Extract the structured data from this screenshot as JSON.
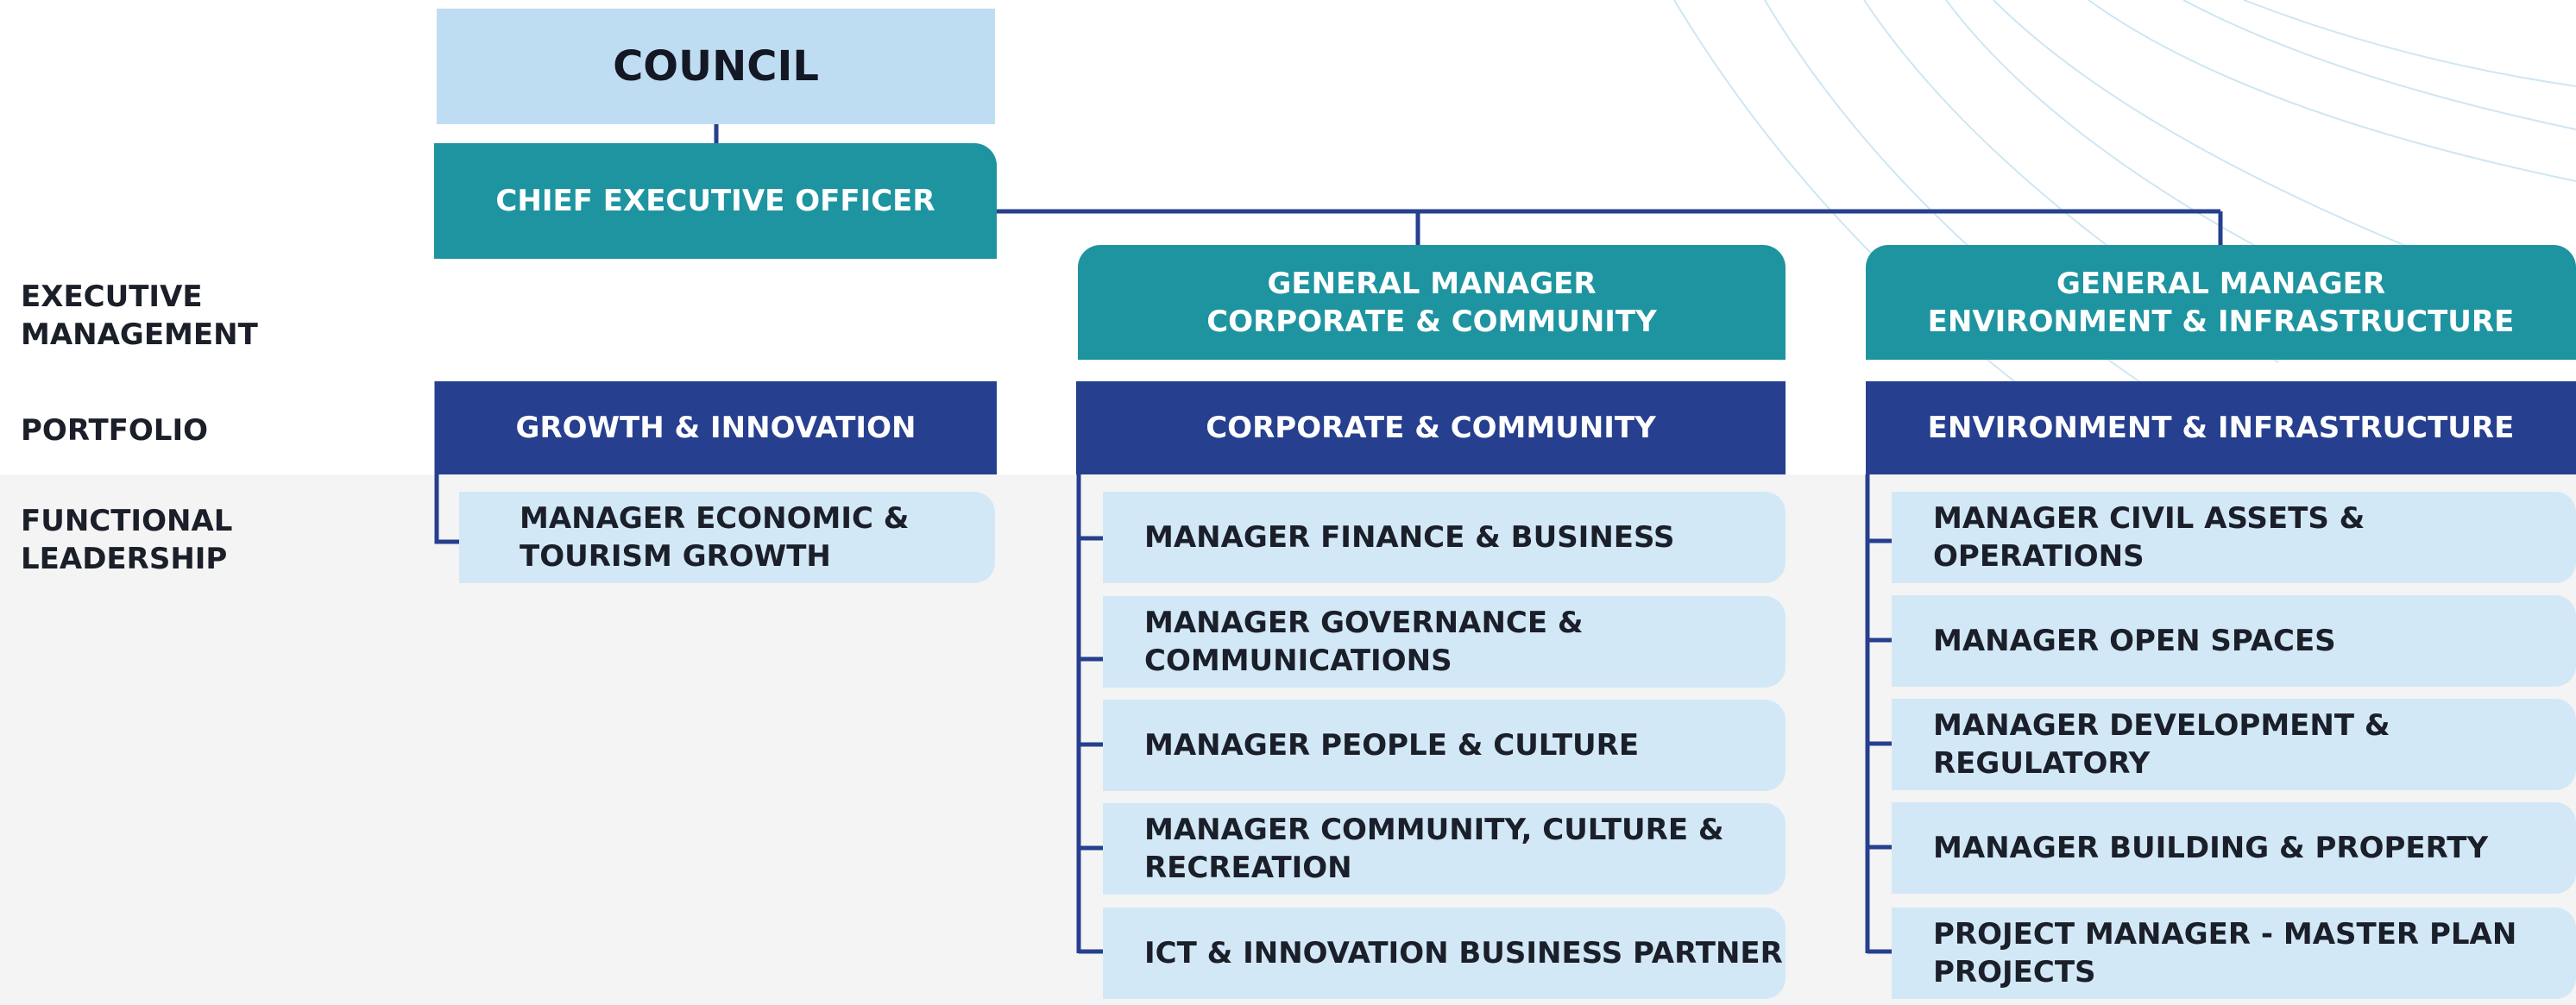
{
  "row_labels": {
    "executive": "EXECUTIVE\nMANAGEMENT",
    "portfolio": "PORTFOLIO",
    "functional": "FUNCTIONAL\nLEADERSHIP"
  },
  "council": "COUNCIL",
  "ceo": "CHIEF EXECUTIVE OFFICER",
  "general_managers": {
    "corporate": "GENERAL MANAGER\nCORPORATE & COMMUNITY",
    "environment": "GENERAL MANAGER\nENVIRONMENT & INFRASTRUCTURE"
  },
  "portfolios": {
    "growth": "GROWTH & INNOVATION",
    "corporate": "CORPORATE & COMMUNITY",
    "environment": "ENVIRONMENT & INFRASTRUCTURE"
  },
  "managers": {
    "growth": [
      "MANAGER ECONOMIC &\nTOURISM GROWTH"
    ],
    "corporate": [
      "MANAGER FINANCE & BUSINESS",
      "MANAGER GOVERNANCE &\nCOMMUNICATIONS",
      "MANAGER PEOPLE & CULTURE",
      "MANAGER COMMUNITY, CULTURE &\nRECREATION",
      "ICT & INNOVATION BUSINESS PARTNER"
    ],
    "environment": [
      "MANAGER CIVIL ASSETS & OPERATIONS",
      "MANAGER OPEN SPACES",
      "MANAGER DEVELOPMENT & REGULATORY",
      "MANAGER BUILDING & PROPERTY",
      "PROJECT MANAGER - MASTER PLAN\nPROJECTS"
    ]
  },
  "colors": {
    "council_fill": "#bfddf2",
    "executive_fill": "#1e94a0",
    "portfolio_fill": "#263f8e",
    "manager_fill": "#d2e8f6",
    "connector": "#263f8e",
    "lower_background": "#f4f4f4"
  }
}
